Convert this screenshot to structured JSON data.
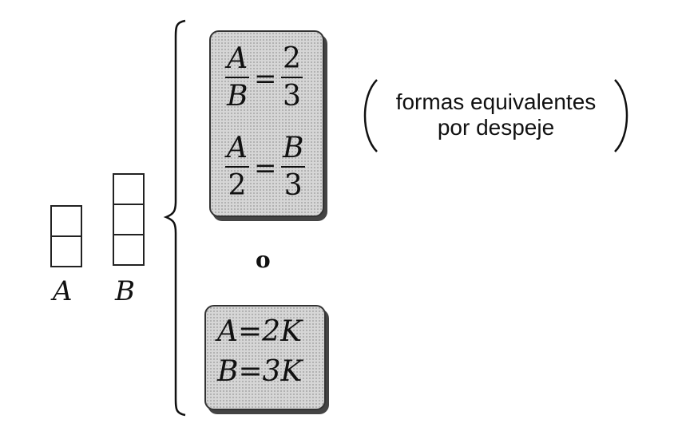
{
  "diagram": {
    "left_figure": {
      "label_a": "A",
      "label_b": "B",
      "parts_a": 2,
      "parts_b": 3
    },
    "proportion_box": {
      "eq1": {
        "left_num": "A",
        "left_den": "B",
        "equals": "=",
        "right_num": "2",
        "right_den": "3"
      },
      "eq2": {
        "left_num": "A",
        "left_den": "2",
        "equals": "=",
        "right_num": "B",
        "right_den": "3"
      }
    },
    "or_word": "o",
    "constant_box": {
      "line1": "A=2K",
      "line2": "B=3K"
    },
    "note": {
      "line1": "formas equivalentes",
      "line2": "por despeje"
    }
  }
}
